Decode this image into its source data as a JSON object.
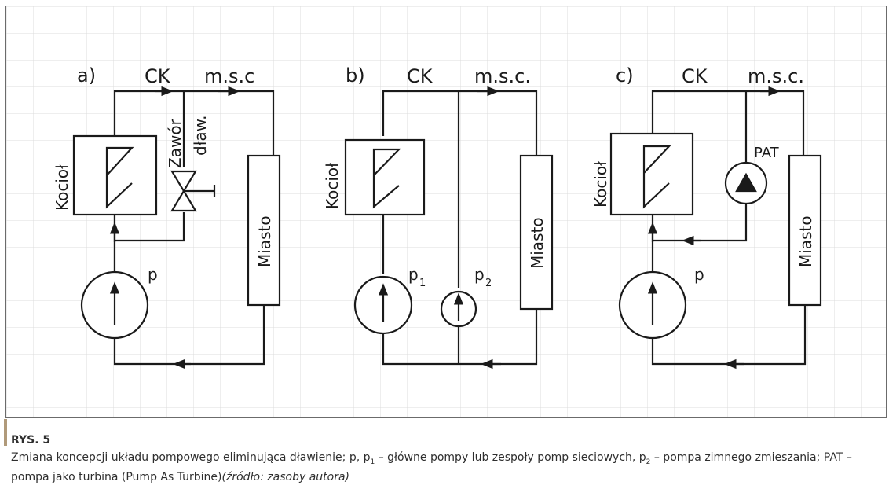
{
  "panels": [
    {
      "letter": "a)",
      "ck": "CK",
      "msc": "m.s.c",
      "boiler": "Kocioł",
      "city": "Miasto",
      "valve_line1": "Zawór",
      "valve_line2": "dław.",
      "pump": "p"
    },
    {
      "letter": "b)",
      "ck": "CK",
      "msc": "m.s.c.",
      "boiler": "Kocioł",
      "city": "Miasto",
      "pump1": "p",
      "pump1_sub": "1",
      "pump2": "p",
      "pump2_sub": "2"
    },
    {
      "letter": "c)",
      "ck": "CK",
      "msc": "m.s.c.",
      "boiler": "Kocioł",
      "city": "Miasto",
      "pat": "PAT",
      "pump": "p"
    }
  ],
  "caption": {
    "title": "RYS. 5",
    "part1": "Zmiana koncepcji układu pompowego eliminująca dławienie; p, p",
    "sub1": "1",
    "part2": " – główne pompy lub zespoły pomp sieciowych, p",
    "sub2": "2",
    "part3": " – pompa zimnego zmieszania; PAT – pompa jako turbina (Pump As Turbine)",
    "source": "(źródło: zasoby autora)"
  },
  "colors": {
    "line": "#1a1a1a",
    "grid": "#dcdcdc",
    "frame": "#6b6b6b",
    "accent_bar": "#b09a7a"
  }
}
